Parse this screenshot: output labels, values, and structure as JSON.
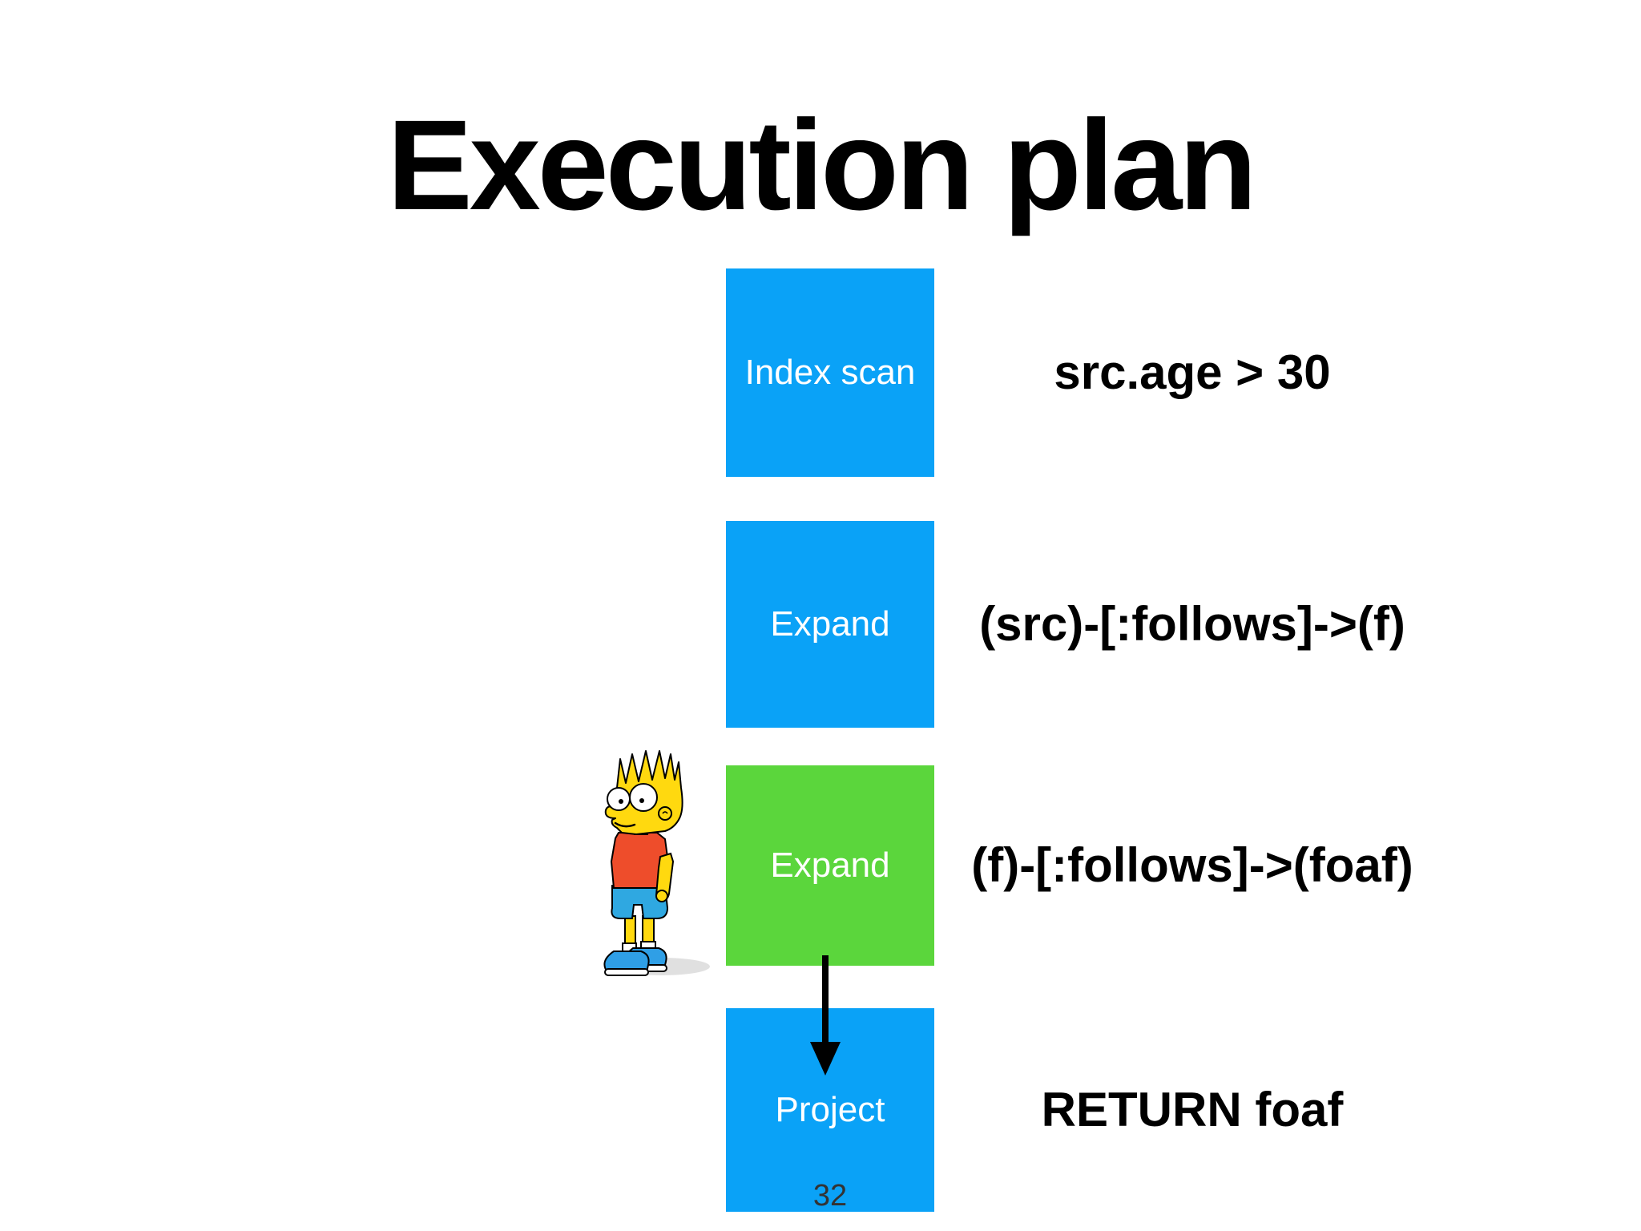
{
  "slide": {
    "title": "Execution plan",
    "page_number": "32",
    "colors": {
      "box_blue": "#0aa2f7",
      "box_green": "#5bd63c",
      "box_label_text": "#ffffff",
      "annotation_text": "#000000",
      "arrow": "#000000",
      "page_number_text": "#333333",
      "background": "#ffffff"
    },
    "plan_steps": [
      {
        "operator": "Index scan",
        "annotation": "src.age > 30",
        "color_hex": "#0aa2f7"
      },
      {
        "operator": "Expand",
        "annotation": "(src)-[:follows]->(f)",
        "color_hex": "#0aa2f7"
      },
      {
        "operator": "Expand",
        "annotation": "(f)-[:follows]->(foaf)",
        "color_hex": "#5bd63c"
      },
      {
        "operator": "Project",
        "annotation": "RETURN foaf",
        "color_hex": "#0aa2f7"
      }
    ],
    "figure": {
      "icon": "bart-simpson-cartoon"
    }
  }
}
